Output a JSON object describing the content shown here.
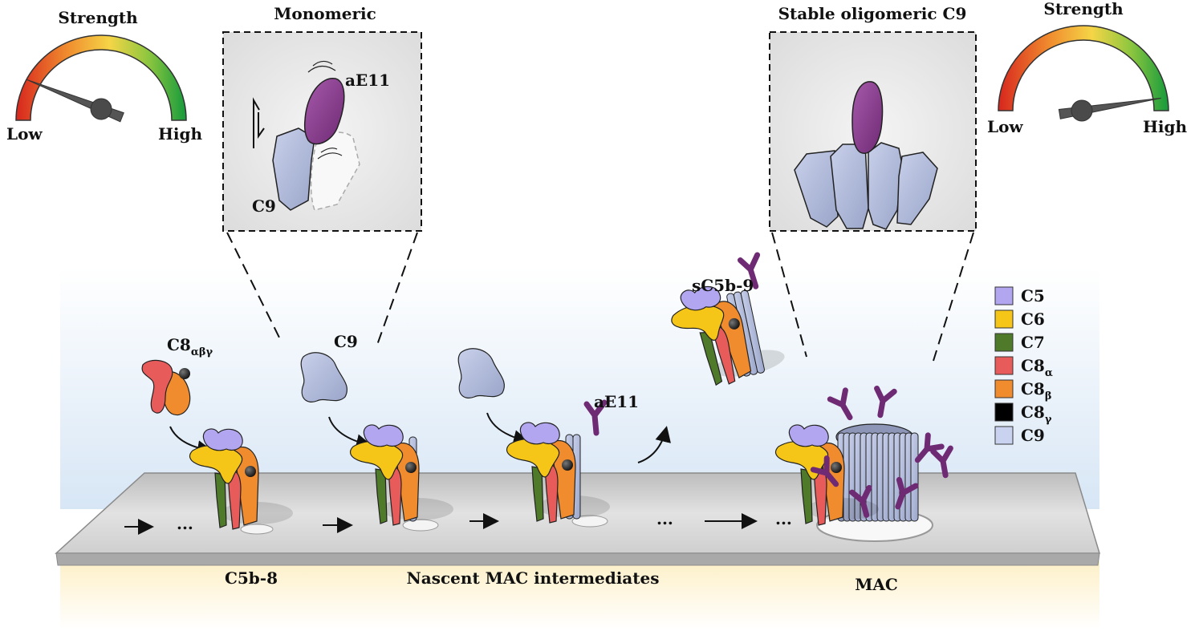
{
  "gauges": {
    "left": {
      "title": "Strength",
      "low": "Low",
      "high": "High",
      "level": 0.12
    },
    "right": {
      "title": "Strength",
      "low": "Low",
      "high": "High",
      "level": 0.95
    }
  },
  "insets": {
    "left": {
      "title": "Monomeric",
      "ae11": "aE11",
      "c9": "C9"
    },
    "right": {
      "title": "Stable oligomeric C9"
    }
  },
  "labels": {
    "c8": "C8",
    "c8_sub": "αβγ",
    "c9_free": "C9",
    "sc5b9": "sC5b-9",
    "ae11": "aE11",
    "c5b8": "C5b-8",
    "nascent": "Nascent MAC intermediates",
    "mac": "MAC",
    "dots": "..."
  },
  "legend": [
    {
      "label": "C5",
      "sub": "",
      "color": "#b3a6f0"
    },
    {
      "label": "C6",
      "sub": "",
      "color": "#f5c518"
    },
    {
      "label": "C7",
      "sub": "",
      "color": "#4e7a2a"
    },
    {
      "label": "C8",
      "sub": "α",
      "color": "#e85b5b"
    },
    {
      "label": "C8",
      "sub": "β",
      "color": "#f08c2e"
    },
    {
      "label": "C8",
      "sub": "γ",
      "color": "#000000"
    },
    {
      "label": "C9",
      "sub": "",
      "color": "#c9d3f0"
    }
  ],
  "colors": {
    "c9": "#aab4d4",
    "ae11": "#8a3b8f",
    "membrane": "#c9c9c9"
  }
}
